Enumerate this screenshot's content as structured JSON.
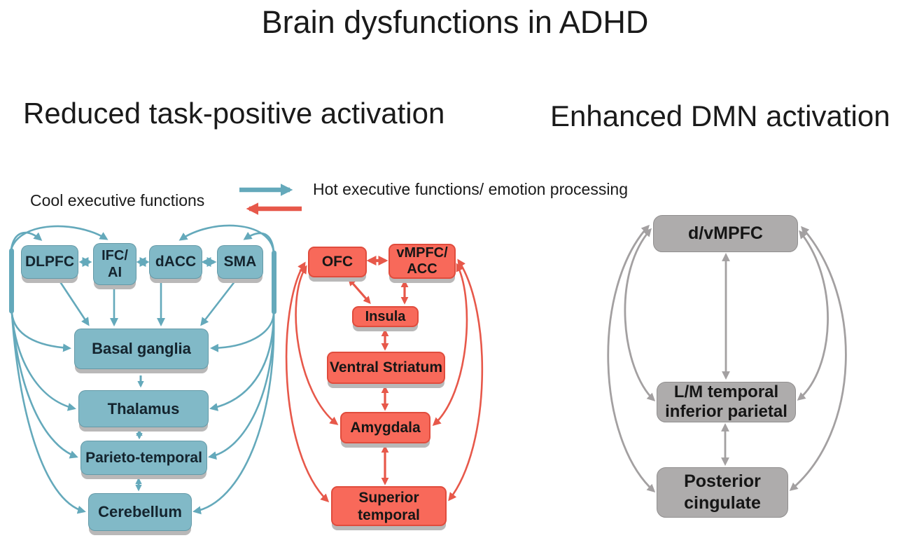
{
  "title": "Brain dysfunctions in ADHD",
  "panels": {
    "left": {
      "heading": "Reduced task-positive activation",
      "legend": {
        "cool_label": "Cool executive functions",
        "hot_label_lines": [
          "Hot executive functions/",
          "emotion processing"
        ]
      }
    },
    "right": {
      "heading": "Enhanced DMN activation"
    }
  },
  "nodes": {
    "cool": {
      "dlpfc": {
        "label": "DLPFC"
      },
      "ifc_ai": {
        "lines": [
          "IFC/",
          "AI"
        ]
      },
      "dacc": {
        "label": "dACC"
      },
      "sma": {
        "label": "SMA"
      },
      "basal_ganglia": {
        "label": "Basal ganglia"
      },
      "thalamus": {
        "label": "Thalamus"
      },
      "parieto_temporal": {
        "label": "Parieto-temporal"
      },
      "cerebellum": {
        "label": "Cerebellum"
      }
    },
    "hot": {
      "ofc": {
        "label": "OFC"
      },
      "vmpfc_acc": {
        "lines": [
          "vMPFC/",
          "ACC"
        ]
      },
      "insula": {
        "label": "Insula"
      },
      "ventral_striatum": {
        "label": "Ventral Striatum"
      },
      "amygdala": {
        "label": "Amygdala"
      },
      "superior_temporal": {
        "lines": [
          "Superior",
          "temporal"
        ]
      }
    },
    "dmn": {
      "dvmpfc": {
        "label": "d/vMPFC"
      },
      "lm_temporal_inferior_parietal": {
        "lines": [
          "L/M temporal",
          "inferior parietal"
        ]
      },
      "posterior_cingulate": {
        "lines": [
          "Posterior",
          "cingulate"
        ]
      }
    }
  },
  "colors": {
    "cool-box": "#81b9c7",
    "cool-arrow": "#64a9bb",
    "hot-box": "#f8695a",
    "hot-border": "#e04c3d",
    "hot-arrow": "#e7584a",
    "dmn-box": "#aeacac",
    "dmn-arrow": "#a3a0a1",
    "shadow": "#b9b8b8",
    "ink": "#1a1a1a"
  }
}
